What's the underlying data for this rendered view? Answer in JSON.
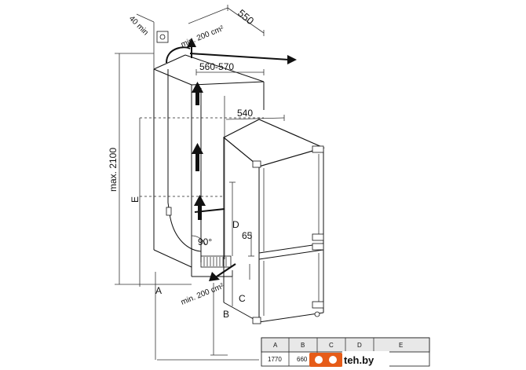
{
  "labels": {
    "dim_550": "550",
    "dim_40min": "40 min",
    "dim_min200_top": "min. 200 cm²",
    "dim_560_570": "560-570",
    "dim_540": "540",
    "dim_max2100": "max. 2100",
    "dim_E": "E",
    "dim_D": "D",
    "dim_65": "65",
    "dim_90": "90°",
    "dim_A": "A",
    "dim_min200_bottom": "min. 200 cm²",
    "dim_C": "C",
    "dim_B": "B"
  },
  "table": {
    "headers": [
      "A",
      "B",
      "C",
      "D",
      "E"
    ],
    "values": [
      "1770",
      "660"
    ]
  },
  "watermark": {
    "text": "teh.by"
  }
}
